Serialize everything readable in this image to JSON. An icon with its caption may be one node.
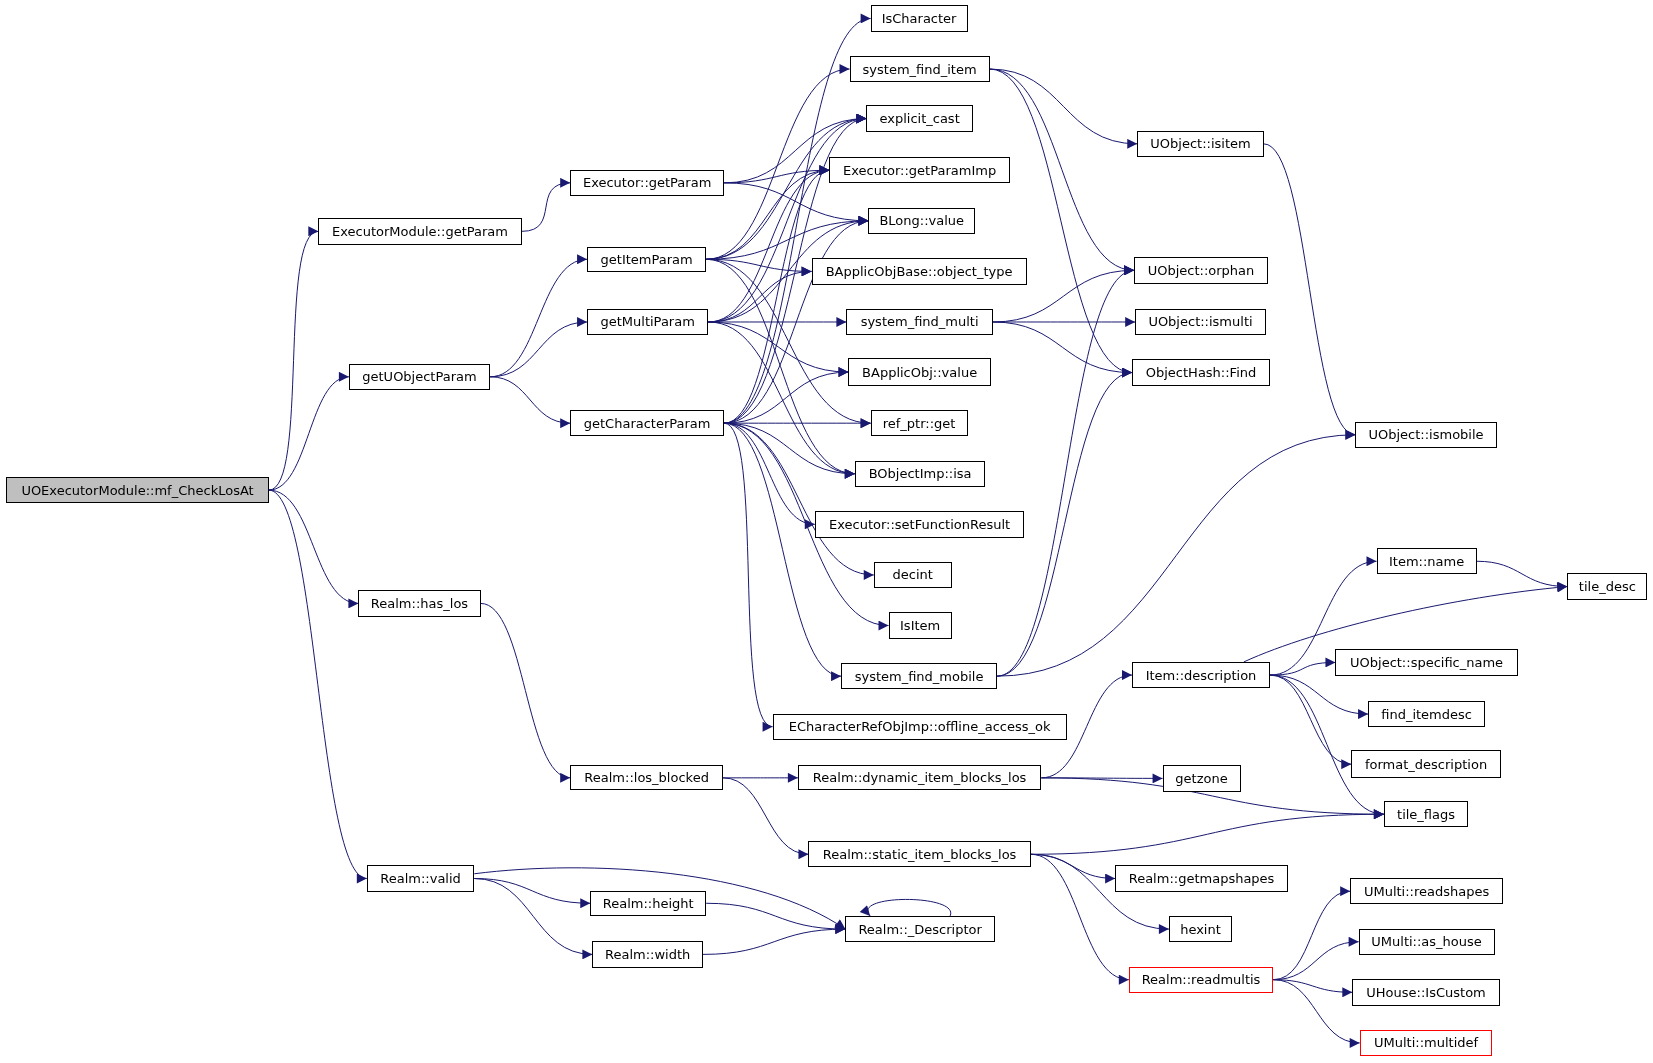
{
  "diagram": {
    "nodes": [
      {
        "text": [
          "UOExecutorModule::mf_CheckLosAt"
        ]
      },
      {
        "text": [
          "ExecutorModule::getParam"
        ]
      },
      {
        "text": [
          "getUObjectParam"
        ]
      },
      {
        "text": [
          "Realm::has_los"
        ]
      },
      {
        "text": [
          "Realm::valid"
        ]
      },
      {
        "text": [
          "Executor::getParam"
        ]
      },
      {
        "text": [
          "getItemParam"
        ]
      },
      {
        "text": [
          "getMultiParam"
        ]
      },
      {
        "text": [
          "getCharacterParam"
        ]
      },
      {
        "text": [
          "Realm::los_blocked"
        ]
      },
      {
        "text": [
          "Realm::height"
        ]
      },
      {
        "text": [
          "Realm::width"
        ]
      },
      {
        "text": [
          "IsCharacter"
        ]
      },
      {
        "text": [
          "system_find_item"
        ]
      },
      {
        "text": [
          "explicit_cast"
        ]
      },
      {
        "text": [
          "Executor::getParamImp"
        ]
      },
      {
        "text": [
          "BLong::value"
        ]
      },
      {
        "text": [
          "BApplicObjBase::object_type"
        ]
      },
      {
        "text": [
          "system_find_multi"
        ]
      },
      {
        "text": [
          "BApplicObj::value"
        ]
      },
      {
        "text": [
          "ref_ptr::get"
        ]
      },
      {
        "text": [
          "BObjectImp::isa"
        ]
      },
      {
        "text": [
          "Executor::setFunctionResult"
        ]
      },
      {
        "text": [
          "decint"
        ]
      },
      {
        "text": [
          "IsItem"
        ]
      },
      {
        "text": [
          "system_find_mobile"
        ]
      },
      {
        "text": [
          "ECharacterRefObjImp::offline_access_ok"
        ]
      },
      {
        "text": [
          "Realm::dynamic_item_blocks_los"
        ]
      },
      {
        "text": [
          "Realm::static_item_blocks_los"
        ]
      },
      {
        "text": [
          "Realm::_Descriptor"
        ]
      },
      {
        "text": [
          "UObject::isitem"
        ]
      },
      {
        "text": [
          "UObject::orphan"
        ]
      },
      {
        "text": [
          "UObject::ismulti"
        ]
      },
      {
        "text": [
          "ObjectHash::Find"
        ]
      },
      {
        "text": [
          "UObject::ismobile"
        ]
      },
      {
        "text": [
          "Item::description"
        ]
      },
      {
        "text": [
          "getzone"
        ]
      },
      {
        "text": [
          "Realm::getmapshapes"
        ]
      },
      {
        "text": [
          "hexint"
        ]
      },
      {
        "text": [
          "Realm::readmultis"
        ]
      },
      {
        "text": [
          "Item::name"
        ]
      },
      {
        "text": [
          "tile_desc"
        ]
      },
      {
        "text": [
          "UObject::specific_name"
        ]
      },
      {
        "text": [
          "find_itemdesc"
        ]
      },
      {
        "text": [
          "format_description"
        ]
      },
      {
        "text": [
          "tile_flags"
        ]
      },
      {
        "text": [
          "UMulti::readshapes"
        ]
      },
      {
        "text": [
          "UMulti::as_house"
        ]
      },
      {
        "text": [
          "UHouse::IsCustom"
        ]
      },
      {
        "text": [
          "UMulti::multidef"
        ]
      }
    ],
    "edges": [
      {
        "from": 0,
        "to": 1,
        "arrow": "to"
      },
      {
        "from": 0,
        "to": 2,
        "arrow": "to"
      },
      {
        "from": 0,
        "to": 3,
        "arrow": "to"
      },
      {
        "from": 0,
        "to": 4,
        "arrow": "to"
      },
      {
        "from": 1,
        "to": 5,
        "arrow": "to"
      },
      {
        "from": 2,
        "to": 6,
        "arrow": "to"
      },
      {
        "from": 2,
        "to": 7,
        "arrow": "to"
      },
      {
        "from": 2,
        "to": 8,
        "arrow": "to"
      },
      {
        "from": 3,
        "to": 9,
        "arrow": "to"
      },
      {
        "from": 4,
        "to": 10,
        "arrow": "to"
      },
      {
        "from": 4,
        "to": 11,
        "arrow": "to"
      },
      {
        "from": 4,
        "to": 29,
        "arrow": "to"
      },
      {
        "from": 5,
        "to": 14,
        "arrow": "to"
      },
      {
        "from": 5,
        "to": 15,
        "arrow": "to"
      },
      {
        "from": 5,
        "to": 16,
        "arrow": "to"
      },
      {
        "from": 6,
        "to": 13,
        "arrow": "to"
      },
      {
        "from": 6,
        "to": 14,
        "arrow": "to"
      },
      {
        "from": 6,
        "to": 15,
        "arrow": "to"
      },
      {
        "from": 6,
        "to": 16,
        "arrow": "to"
      },
      {
        "from": 6,
        "to": 17,
        "arrow": "to"
      },
      {
        "from": 6,
        "to": 20,
        "arrow": "to"
      },
      {
        "from": 6,
        "to": 21,
        "arrow": "to"
      },
      {
        "from": 7,
        "to": 14,
        "arrow": "to"
      },
      {
        "from": 7,
        "to": 15,
        "arrow": "to"
      },
      {
        "from": 7,
        "to": 16,
        "arrow": "to"
      },
      {
        "from": 7,
        "to": 17,
        "arrow": "to"
      },
      {
        "from": 7,
        "to": 18,
        "arrow": "to"
      },
      {
        "from": 7,
        "to": 19,
        "arrow": "to"
      },
      {
        "from": 7,
        "to": 21,
        "arrow": "to"
      },
      {
        "from": 8,
        "to": 12,
        "arrow": "to"
      },
      {
        "from": 8,
        "to": 14,
        "arrow": "to"
      },
      {
        "from": 8,
        "to": 15,
        "arrow": "to"
      },
      {
        "from": 8,
        "to": 16,
        "arrow": "to"
      },
      {
        "from": 8,
        "to": 19,
        "arrow": "to"
      },
      {
        "from": 8,
        "to": 20,
        "arrow": "to"
      },
      {
        "from": 8,
        "to": 21,
        "arrow": "to"
      },
      {
        "from": 8,
        "to": 22,
        "arrow": "to"
      },
      {
        "from": 8,
        "to": 23,
        "arrow": "to"
      },
      {
        "from": 8,
        "to": 24,
        "arrow": "to"
      },
      {
        "from": 8,
        "to": 25,
        "arrow": "to"
      },
      {
        "from": 8,
        "to": 26,
        "arrow": "to"
      },
      {
        "from": 9,
        "to": 27,
        "arrow": "to"
      },
      {
        "from": 9,
        "to": 28,
        "arrow": "to"
      },
      {
        "from": 10,
        "to": 29,
        "arrow": "to"
      },
      {
        "from": 11,
        "to": 29,
        "arrow": "to"
      },
      {
        "from": 29,
        "to": 29,
        "arrow": "to"
      },
      {
        "from": 13,
        "to": 30,
        "arrow": "to"
      },
      {
        "from": 13,
        "to": 31,
        "arrow": "to"
      },
      {
        "from": 13,
        "to": 33,
        "arrow": "to"
      },
      {
        "from": 18,
        "to": 31,
        "arrow": "to"
      },
      {
        "from": 18,
        "to": 32,
        "arrow": "to"
      },
      {
        "from": 18,
        "to": 33,
        "arrow": "to"
      },
      {
        "from": 25,
        "to": 31,
        "arrow": "to"
      },
      {
        "from": 25,
        "to": 33,
        "arrow": "to"
      },
      {
        "from": 25,
        "to": 34,
        "arrow": "to"
      },
      {
        "from": 30,
        "to": 34,
        "arrow": "to"
      },
      {
        "from": 27,
        "to": 35,
        "arrow": "to"
      },
      {
        "from": 27,
        "to": 36,
        "arrow": "to"
      },
      {
        "from": 27,
        "to": 45,
        "arrow": "to"
      },
      {
        "from": 28,
        "to": 45,
        "arrow": "to"
      },
      {
        "from": 28,
        "to": 37,
        "arrow": "to"
      },
      {
        "from": 28,
        "to": 38,
        "arrow": "to"
      },
      {
        "from": 28,
        "to": 39,
        "arrow": "to"
      },
      {
        "from": 35,
        "to": 40,
        "arrow": "to"
      },
      {
        "from": 35,
        "to": 41,
        "arrow": "to"
      },
      {
        "from": 35,
        "to": 42,
        "arrow": "to"
      },
      {
        "from": 35,
        "to": 43,
        "arrow": "to"
      },
      {
        "from": 35,
        "to": 44,
        "arrow": "to"
      },
      {
        "from": 35,
        "to": 45,
        "arrow": "to"
      },
      {
        "from": 40,
        "to": 41,
        "arrow": "to"
      },
      {
        "from": 39,
        "to": 46,
        "arrow": "to"
      },
      {
        "from": 39,
        "to": 47,
        "arrow": "to"
      },
      {
        "from": 39,
        "to": 48,
        "arrow": "to"
      },
      {
        "from": 39,
        "to": 49,
        "arrow": "to"
      }
    ]
  }
}
